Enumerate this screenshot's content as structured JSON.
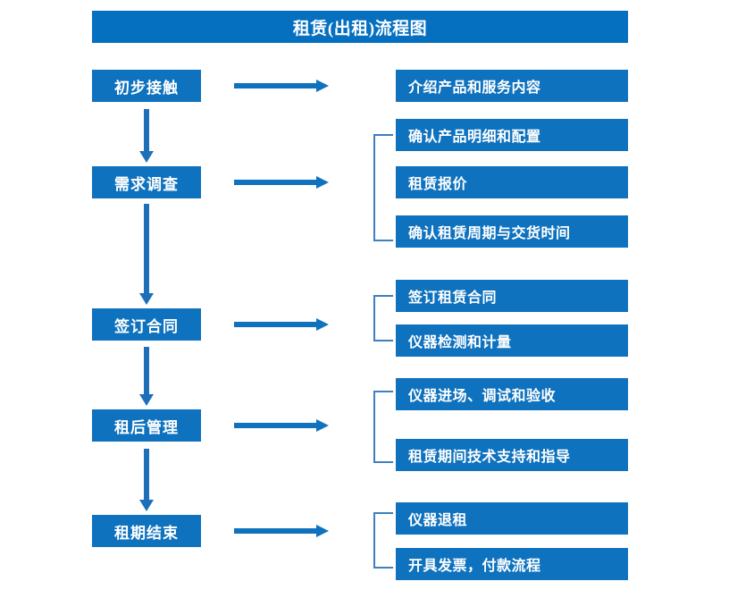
{
  "title": "租赁(出租)流程图",
  "colors": {
    "title_bar": "#0670C0",
    "box_fill": "#0F72BE",
    "arrow": "#1C6FB8",
    "bracket": "#3D7FBF",
    "text": "#FFFFFF",
    "background": "#FFFFFF"
  },
  "stages": [
    {
      "label": "初步接触"
    },
    {
      "label": "需求调查"
    },
    {
      "label": "签订合同"
    },
    {
      "label": "租后管理"
    },
    {
      "label": "租期结束"
    }
  ],
  "details": [
    {
      "label": "介绍产品和服务内容"
    },
    {
      "label": "确认产品明细和配置"
    },
    {
      "label": "租赁报价"
    },
    {
      "label": "确认租赁周期与交货时间"
    },
    {
      "label": "签订租赁合同"
    },
    {
      "label": "仪器检测和计量"
    },
    {
      "label": "仪器进场、调试和验收"
    },
    {
      "label": "租赁期间技术支持和指导"
    },
    {
      "label": "仪器退租"
    },
    {
      "label": "开具发票，付款流程"
    }
  ]
}
